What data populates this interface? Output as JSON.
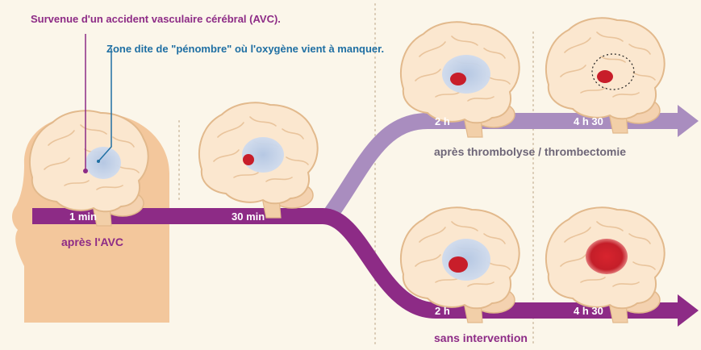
{
  "annotations": {
    "stroke_event": "Survenue d'un accident vasculaire cérébral (AVC).",
    "penumbra_zone": "Zone dite de \"pénombre\" où l'oxygène vient à manquer."
  },
  "main_timeline": {
    "time_1": "1 min",
    "time_2": "30 min",
    "caption": "après l'AVC"
  },
  "branch_treated": {
    "time_1": "2 h",
    "time_2": "4 h 30",
    "caption": "après thrombolyse / thrombectomie"
  },
  "branch_untreated": {
    "time_1": "2 h",
    "time_2": "4 h 30",
    "caption": "sans intervention"
  },
  "colors": {
    "main_arrow": "#8d2b86",
    "treated_arrow": "#a98dbf",
    "brain": "#fbe7cf",
    "brain_outline": "#e2b98c",
    "penumbra": "#b8cbe6",
    "infarct": "#c81e2a",
    "background": "#fbf6ea"
  }
}
